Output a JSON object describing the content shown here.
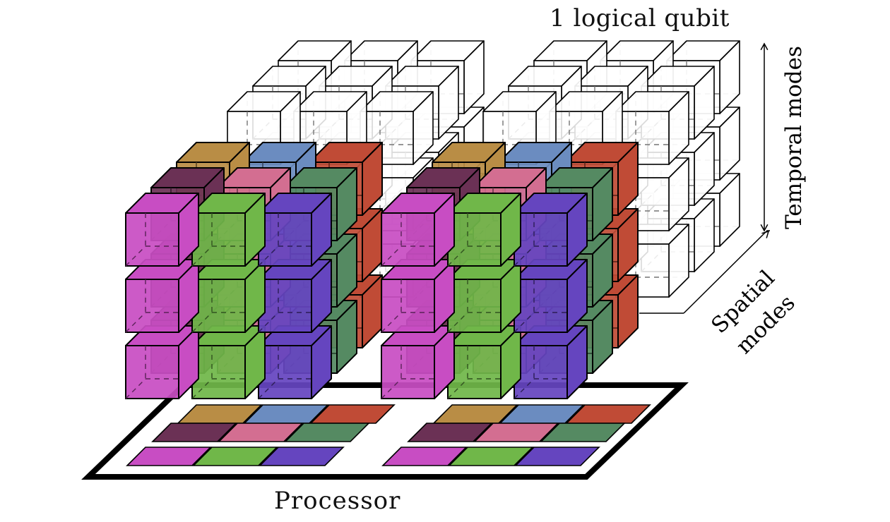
{
  "labels": {
    "title": "1 logical qubit",
    "temporal_axis": "Temporal modes",
    "spatial_axis_line1": "Spatial",
    "spatial_axis_line2": "modes",
    "processor": "Processor"
  },
  "palette": {
    "gold": "#B98D45",
    "steel_blue": "#6B8CC0",
    "red": "#C04B36",
    "maroon": "#6B3155",
    "pink": "#D36E91",
    "green_dark": "#558A62",
    "magenta": "#C84DC3",
    "lime": "#70B749",
    "indigo": "#6545BF",
    "white_cube": "#FFFFFF",
    "edge": "#000000",
    "hidden_edge_color": "#555555"
  },
  "structure": {
    "logical_qubit_blocks": 2,
    "grid_columns": 3,
    "grid_rows": 3,
    "grid_depth": 3,
    "color_layers": [
      [
        "gold",
        "steel_blue",
        "red"
      ],
      [
        "maroon",
        "pink",
        "green_dark"
      ],
      [
        "magenta",
        "lime",
        "indigo"
      ]
    ],
    "white_layers_behind": 3,
    "processor_tile_groups": 2
  }
}
